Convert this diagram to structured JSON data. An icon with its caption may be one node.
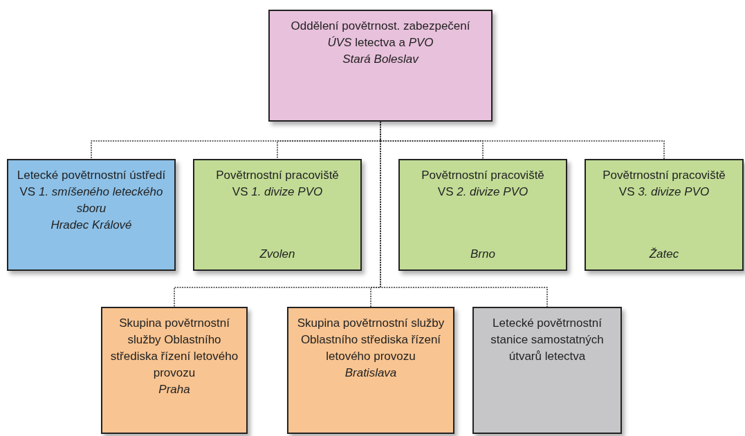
{
  "diagram": {
    "nodes": [
      {
        "text": [
          "Oddělení povětrnost. zabezpečení",
          "*ÚVS* letectva a *PVO*",
          "Stará Boleslav"
        ]
      },
      {
        "text": [
          "Letecké povětrnostní ústředí",
          "VS *1. smíšeného leteckého sboru*",
          "Hradec Králové"
        ]
      },
      {
        "text": [
          "Povětrnostní pracoviště",
          "VS *1. divize PVO*",
          "Zvolen"
        ]
      },
      {
        "text": [
          "Povětrnostní pracoviště",
          "VS *2. divize PVO*",
          "Brno"
        ]
      },
      {
        "text": [
          "Povětrnostní pracoviště",
          "VS *3. divize PVO*",
          "Žatec"
        ]
      },
      {
        "text": [
          "Skupina povětrnostní služby Oblastního střediska řízení letového provozu",
          "Praha"
        ]
      },
      {
        "text": [
          "Skupina povětrnostní služby Oblastního střediska řízení letového provozu",
          "Bratislava"
        ]
      },
      {
        "text": [
          "Letecké povětrnostní stanice samostatných útvarů letectva"
        ]
      }
    ],
    "edges": [
      {
        "from": 0,
        "to": 1,
        "arrow": "none",
        "style": "dashed"
      },
      {
        "from": 0,
        "to": 2,
        "arrow": "none",
        "style": "dashed"
      },
      {
        "from": 0,
        "to": 3,
        "arrow": "none",
        "style": "dashed"
      },
      {
        "from": 0,
        "to": 4,
        "arrow": "none",
        "style": "dashed"
      },
      {
        "from": 0,
        "to": 5,
        "arrow": "none",
        "style": "dashed"
      },
      {
        "from": 0,
        "to": 6,
        "arrow": "none",
        "style": "dashed"
      },
      {
        "from": 0,
        "to": 7,
        "arrow": "none",
        "style": "dashed"
      }
    ]
  }
}
